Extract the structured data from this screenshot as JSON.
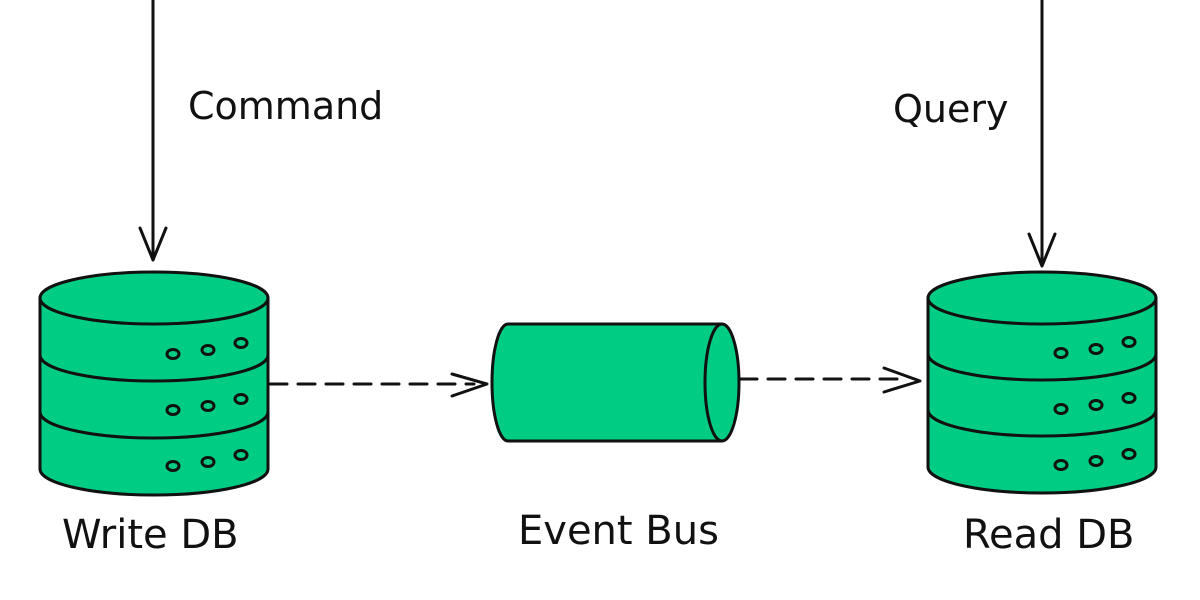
{
  "labels": {
    "command": "Command",
    "query": "Query",
    "write_db": "Write DB",
    "event_bus": "Event Bus",
    "read_db": "Read DB"
  },
  "colors": {
    "fill": "#00CC84",
    "stroke": "#111111",
    "background": "#FFFFFF"
  },
  "icons": {
    "write_db": "database-cylinder-icon",
    "event_bus": "message-queue-pipe-icon",
    "read_db": "database-cylinder-icon"
  }
}
